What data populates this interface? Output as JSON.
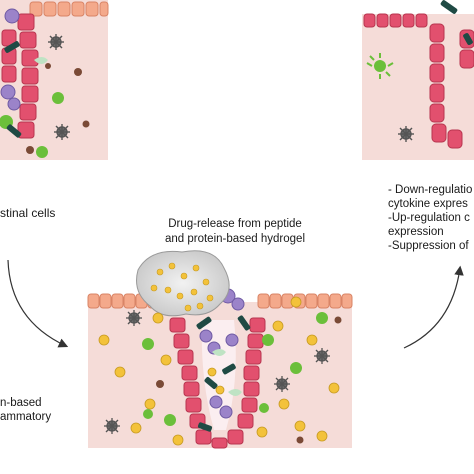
{
  "labels": {
    "left_top": "stinal cells",
    "center_line1": "Drug-release from peptide",
    "center_line2": "and protein-based hydrogel",
    "left_bottom_line1": "n-based",
    "left_bottom_line2": "ammatory",
    "right_items": [
      "- Down-regulatio",
      "cytokine expres",
      "-Up-regulation c",
      "expression",
      "-Suppression of"
    ]
  },
  "colors": {
    "tissue": "#f5dcd8",
    "epithelium": "#e2506e",
    "epithelium_dark": "#c73a5a",
    "border_cells": "#f4a98b",
    "purple_cells": "#9b83c9",
    "green_cells": "#6bbf3a",
    "yellow_particles": "#f3c23a",
    "dark_rods": "#1f4a44",
    "gray_cells": "#6b6b6b",
    "brown_dots": "#7a4a36",
    "hydrogel": "#dcdcdc",
    "arrow": "#333333"
  }
}
